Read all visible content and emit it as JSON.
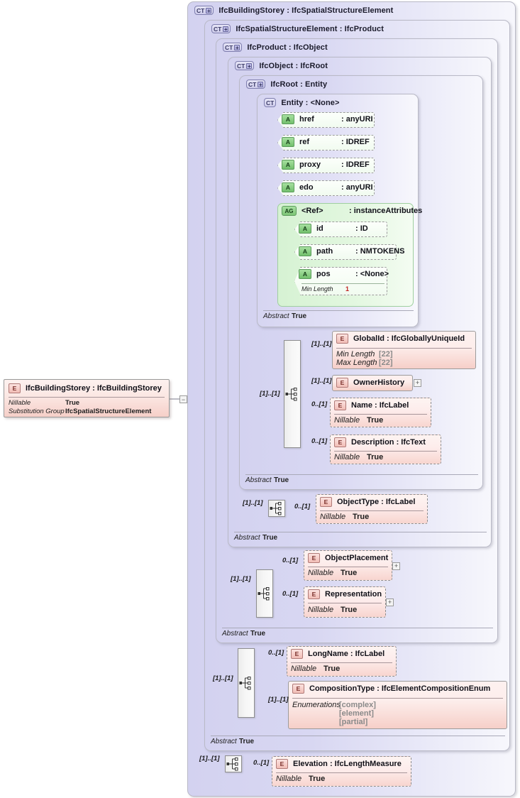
{
  "diagram": {
    "kind": "xsd-schema-diagram",
    "root_element": {
      "icon": "element-icon",
      "title": "IfcBuildingStorey : IfcBuildingStorey",
      "facets": [
        {
          "key": "Nillable",
          "value": "True"
        },
        {
          "key": "Substitution Group",
          "value": "IfcSpatialStructureElement"
        }
      ]
    },
    "containers": [
      {
        "badge": "CT",
        "expandable": true,
        "title": "IfcBuildingStorey : IfcSpatialStructureElement"
      },
      {
        "badge": "CT",
        "expandable": true,
        "title": "IfcSpatialStructureElement : IfcProduct"
      },
      {
        "badge": "CT",
        "expandable": true,
        "title": "IfcProduct : IfcObject"
      },
      {
        "badge": "CT",
        "expandable": true,
        "title": "IfcObject : IfcRoot"
      },
      {
        "badge": "CT",
        "expandable": true,
        "title": "IfcRoot   : Entity"
      },
      {
        "badge": "CT",
        "expandable": false,
        "title": "Entity    : <None>"
      }
    ],
    "abstract_label": {
      "key": "Abstract",
      "value": "True"
    },
    "attributes": [
      {
        "icon": "attribute-icon",
        "badge": "A",
        "name": "href",
        "type": ": anyURI"
      },
      {
        "icon": "attribute-icon",
        "badge": "A",
        "name": "ref",
        "type": ": IDREF"
      },
      {
        "icon": "attribute-icon",
        "badge": "A",
        "name": "proxy",
        "type": ": IDREF"
      },
      {
        "icon": "attribute-icon",
        "badge": "A",
        "name": "edo",
        "type": ": anyURI"
      }
    ],
    "attribute_group": {
      "badge": "AG",
      "name": "<Ref>",
      "type": ": instanceAttributes",
      "attributes": [
        {
          "badge": "A",
          "name": "id",
          "type": ": ID",
          "facets": []
        },
        {
          "badge": "A",
          "name": "path",
          "type": ": NMTOKENS",
          "facets": []
        },
        {
          "badge": "A",
          "name": "pos",
          "type": ": <None>",
          "facets": [
            {
              "key": "Min Length",
              "value": "1",
              "style": "red"
            }
          ]
        }
      ]
    },
    "sequences": [
      {
        "name": "ifcroot-sequence",
        "cardinality": "[1]..[1]"
      },
      {
        "name": "ifcobject-sequence",
        "cardinality": "[1]..[1]"
      },
      {
        "name": "ifcproduct-sequence",
        "cardinality": "[1]..[1]"
      },
      {
        "name": "ifcspatial-sequence",
        "cardinality": "[1]..[1]"
      },
      {
        "name": "ifcbuilding-sequence",
        "cardinality": "[1]..[1]"
      }
    ],
    "elements": [
      {
        "badge": "E",
        "title": "GlobalId : IfcGloballyUniqueId",
        "cardinality": "[1]..[1]",
        "required": true,
        "expandable": false,
        "facets": [
          {
            "key": "Min Length",
            "value": "[22]",
            "style": "grey"
          },
          {
            "key": "Max Length",
            "value": "[22]",
            "style": "grey"
          }
        ]
      },
      {
        "badge": "E",
        "title": "OwnerHistory",
        "cardinality": "[1]..[1]",
        "required": true,
        "expandable": true,
        "facets": []
      },
      {
        "badge": "E",
        "title": "Name      : IfcLabel",
        "cardinality": "0..[1]",
        "required": false,
        "expandable": false,
        "facets": [
          {
            "key": "Nillable",
            "value": "True"
          }
        ]
      },
      {
        "badge": "E",
        "title": "Description : IfcText",
        "cardinality": "0..[1]",
        "required": false,
        "expandable": false,
        "facets": [
          {
            "key": "Nillable",
            "value": "True"
          }
        ]
      },
      {
        "badge": "E",
        "title": "ObjectType : IfcLabel",
        "cardinality": "0..[1]",
        "required": false,
        "expandable": false,
        "facets": [
          {
            "key": "Nillable",
            "value": "True"
          }
        ]
      },
      {
        "badge": "E",
        "title": "ObjectPlacement",
        "cardinality": "0..[1]",
        "required": false,
        "expandable": true,
        "facets": [
          {
            "key": "Nillable",
            "value": "True"
          }
        ]
      },
      {
        "badge": "E",
        "title": "Representation",
        "cardinality": "0..[1]",
        "required": false,
        "expandable": true,
        "facets": [
          {
            "key": "Nillable",
            "value": "True"
          }
        ]
      },
      {
        "badge": "E",
        "title": "LongName : IfcLabel",
        "cardinality": "0..[1]",
        "required": false,
        "expandable": false,
        "facets": [
          {
            "key": "Nillable",
            "value": "True"
          }
        ]
      },
      {
        "badge": "E",
        "title": "CompositionType : IfcElementCompositionEnum",
        "cardinality": "[1]..[1]",
        "required": true,
        "expandable": false,
        "facets": [
          {
            "key": "Enumerations",
            "value": "[complex]",
            "style": "grey"
          },
          {
            "key": "",
            "value": "[element]",
            "style": "grey"
          },
          {
            "key": "",
            "value": "[partial]",
            "style": "grey"
          }
        ]
      },
      {
        "badge": "E",
        "title": "Elevation : IfcLengthMeasure",
        "cardinality": "0..[1]",
        "required": false,
        "expandable": false,
        "facets": [
          {
            "key": "Nillable",
            "value": "True"
          }
        ]
      }
    ],
    "colors": {
      "element_fill": "#f6cfc8",
      "attribute_fill": "#d6f2d3",
      "container_fill": "#d3d2f0",
      "line": "#7a7a8a",
      "facet_red": "#c02020",
      "facet_grey": "#8a8a8a"
    }
  }
}
